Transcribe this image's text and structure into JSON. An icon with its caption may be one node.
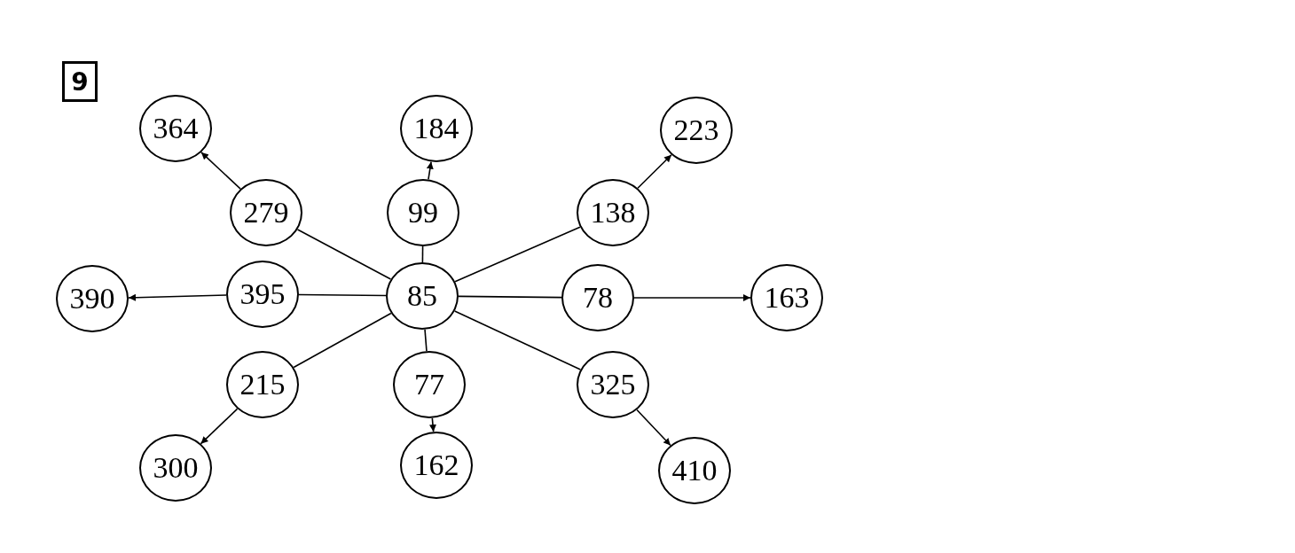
{
  "diagram": {
    "nodes": [
      {
        "text": [
          "364"
        ]
      },
      {
        "text": [
          "184"
        ]
      },
      {
        "text": [
          "223"
        ]
      },
      {
        "text": [
          "279"
        ]
      },
      {
        "text": [
          "99"
        ]
      },
      {
        "text": [
          "138"
        ]
      },
      {
        "text": [
          "390"
        ]
      },
      {
        "text": [
          "395"
        ]
      },
      {
        "text": [
          "85"
        ]
      },
      {
        "text": [
          "78"
        ]
      },
      {
        "text": [
          "163"
        ]
      },
      {
        "text": [
          "215"
        ]
      },
      {
        "text": [
          "77"
        ]
      },
      {
        "text": [
          "325"
        ]
      },
      {
        "text": [
          "300"
        ]
      },
      {
        "text": [
          "162"
        ]
      },
      {
        "text": [
          "410"
        ]
      }
    ],
    "edges": [
      {
        "from": 8,
        "to": 3,
        "arrow": "none"
      },
      {
        "from": 8,
        "to": 4,
        "arrow": "none"
      },
      {
        "from": 8,
        "to": 5,
        "arrow": "none"
      },
      {
        "from": 8,
        "to": 7,
        "arrow": "none"
      },
      {
        "from": 8,
        "to": 9,
        "arrow": "none"
      },
      {
        "from": 8,
        "to": 11,
        "arrow": "none"
      },
      {
        "from": 8,
        "to": 12,
        "arrow": "none"
      },
      {
        "from": 8,
        "to": 13,
        "arrow": "none"
      },
      {
        "from": 3,
        "to": 0,
        "arrow": "to"
      },
      {
        "from": 4,
        "to": 1,
        "arrow": "to"
      },
      {
        "from": 5,
        "to": 2,
        "arrow": "to"
      },
      {
        "from": 7,
        "to": 6,
        "arrow": "to"
      },
      {
        "from": 9,
        "to": 10,
        "arrow": "to"
      },
      {
        "from": 11,
        "to": 14,
        "arrow": "to"
      },
      {
        "from": 12,
        "to": 15,
        "arrow": "to"
      },
      {
        "from": 13,
        "to": 16,
        "arrow": "to"
      }
    ],
    "labels": [
      "9"
    ]
  }
}
